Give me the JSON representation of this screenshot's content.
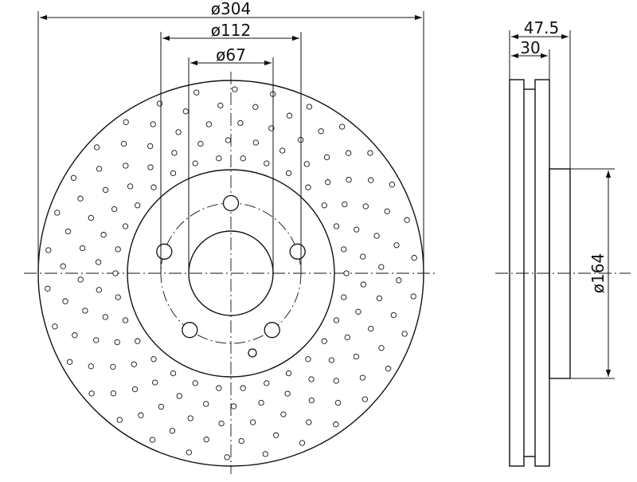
{
  "dimensions": {
    "outer_diameter": "ø304",
    "hub_diameter": "ø112",
    "center_bore": "ø67",
    "total_height": "47.5",
    "disc_thickness": "30",
    "inner_diameter": "ø164"
  }
}
